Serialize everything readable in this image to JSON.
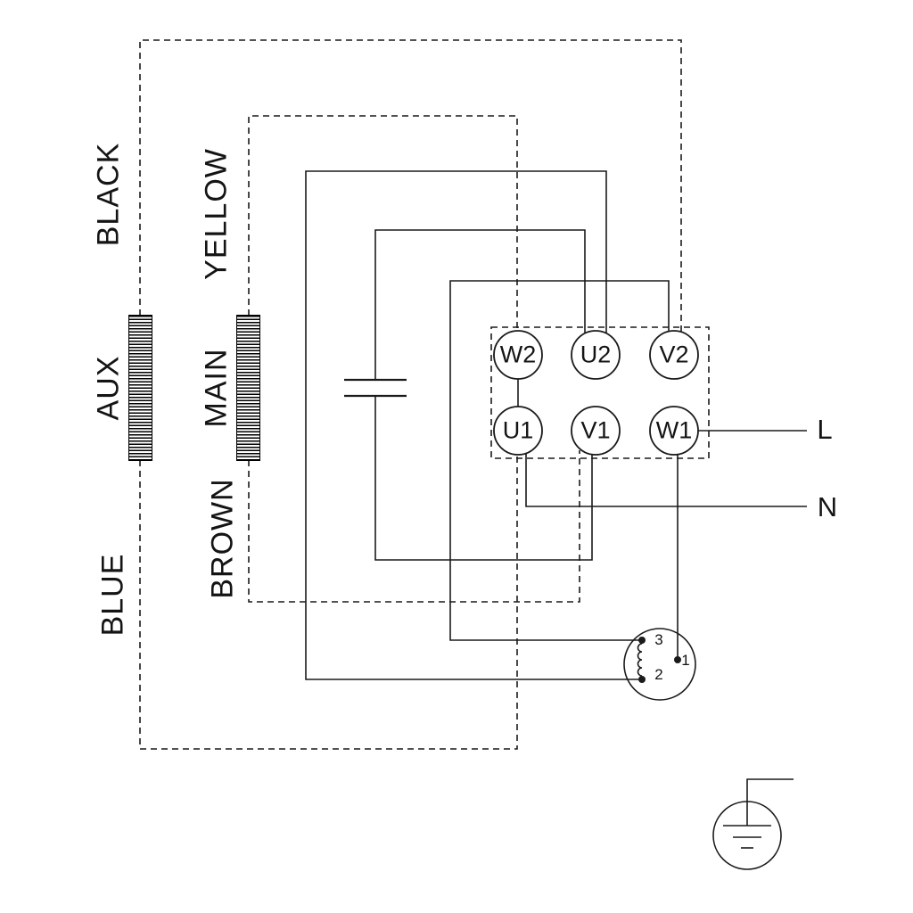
{
  "diagram_labels": {
    "black": "BLACK",
    "yellow": "YELLOW",
    "aux": "AUX",
    "main": "MAIN",
    "brown": "BROWN",
    "blue": "BLUE",
    "line": "L",
    "neutral": "N"
  },
  "terminal_block": {
    "top_row": [
      {
        "id": "W2"
      },
      {
        "id": "U2"
      },
      {
        "id": "V2"
      }
    ],
    "bottom_row": [
      {
        "id": "U1"
      },
      {
        "id": "V1"
      },
      {
        "id": "W1"
      }
    ]
  },
  "thermal_protector": {
    "t3": "3",
    "t2": "2",
    "t1": "1"
  },
  "colors": {
    "line_color": "#1a1a1a",
    "background": "#ffffff"
  }
}
